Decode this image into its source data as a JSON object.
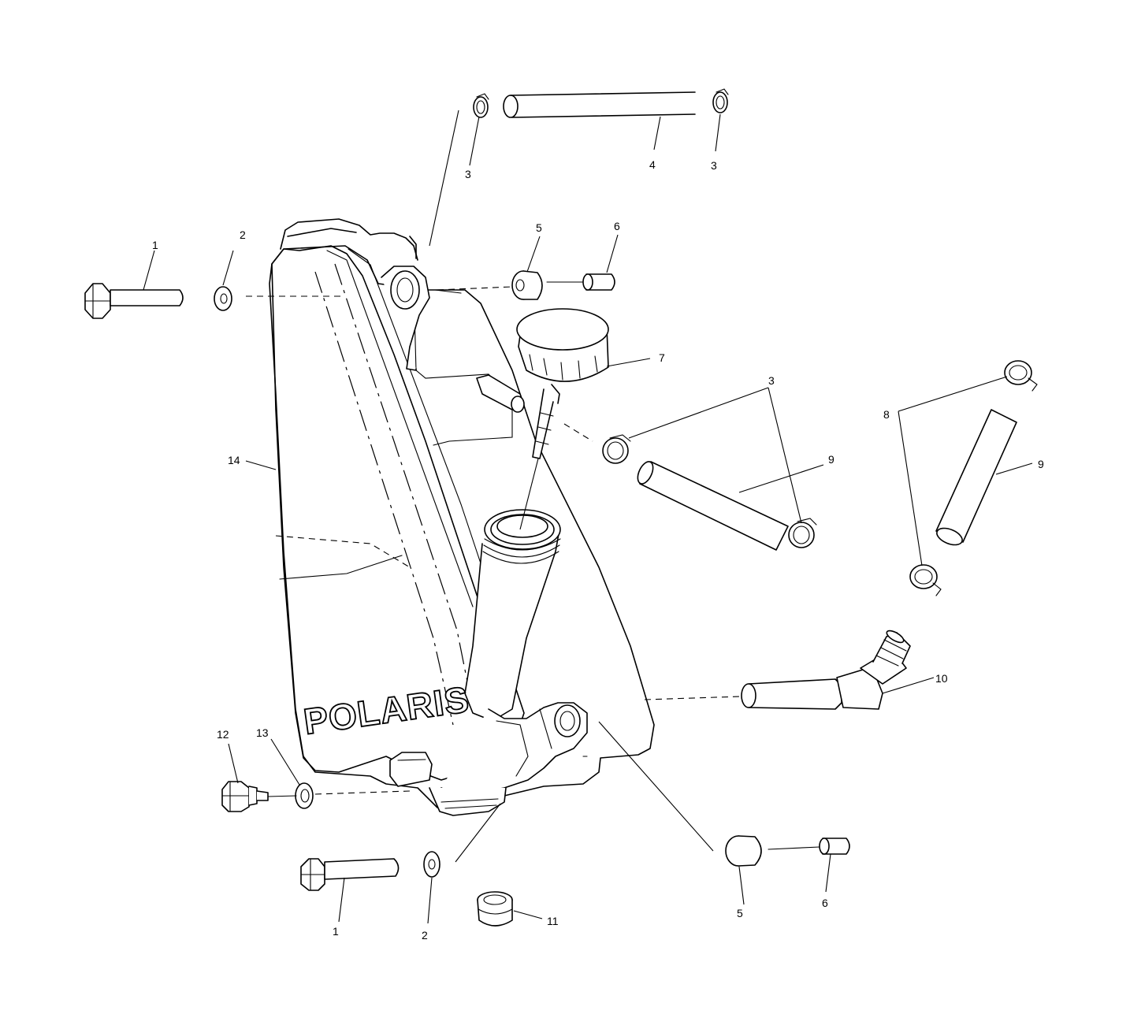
{
  "brand": {
    "logo_text": "POLARIS"
  },
  "callouts": {
    "c1a": "1",
    "c1b": "1",
    "c2a": "2",
    "c2b": "2",
    "c3a": "3",
    "c3b": "3",
    "c3c": "3",
    "c4": "4",
    "c5a": "5",
    "c5b": "5",
    "c6a": "6",
    "c6b": "6",
    "c7": "7",
    "c8": "8",
    "c9a": "9",
    "c9b": "9",
    "c10": "10",
    "c11": "11",
    "c12": "12",
    "c13": "13",
    "c14": "14"
  }
}
